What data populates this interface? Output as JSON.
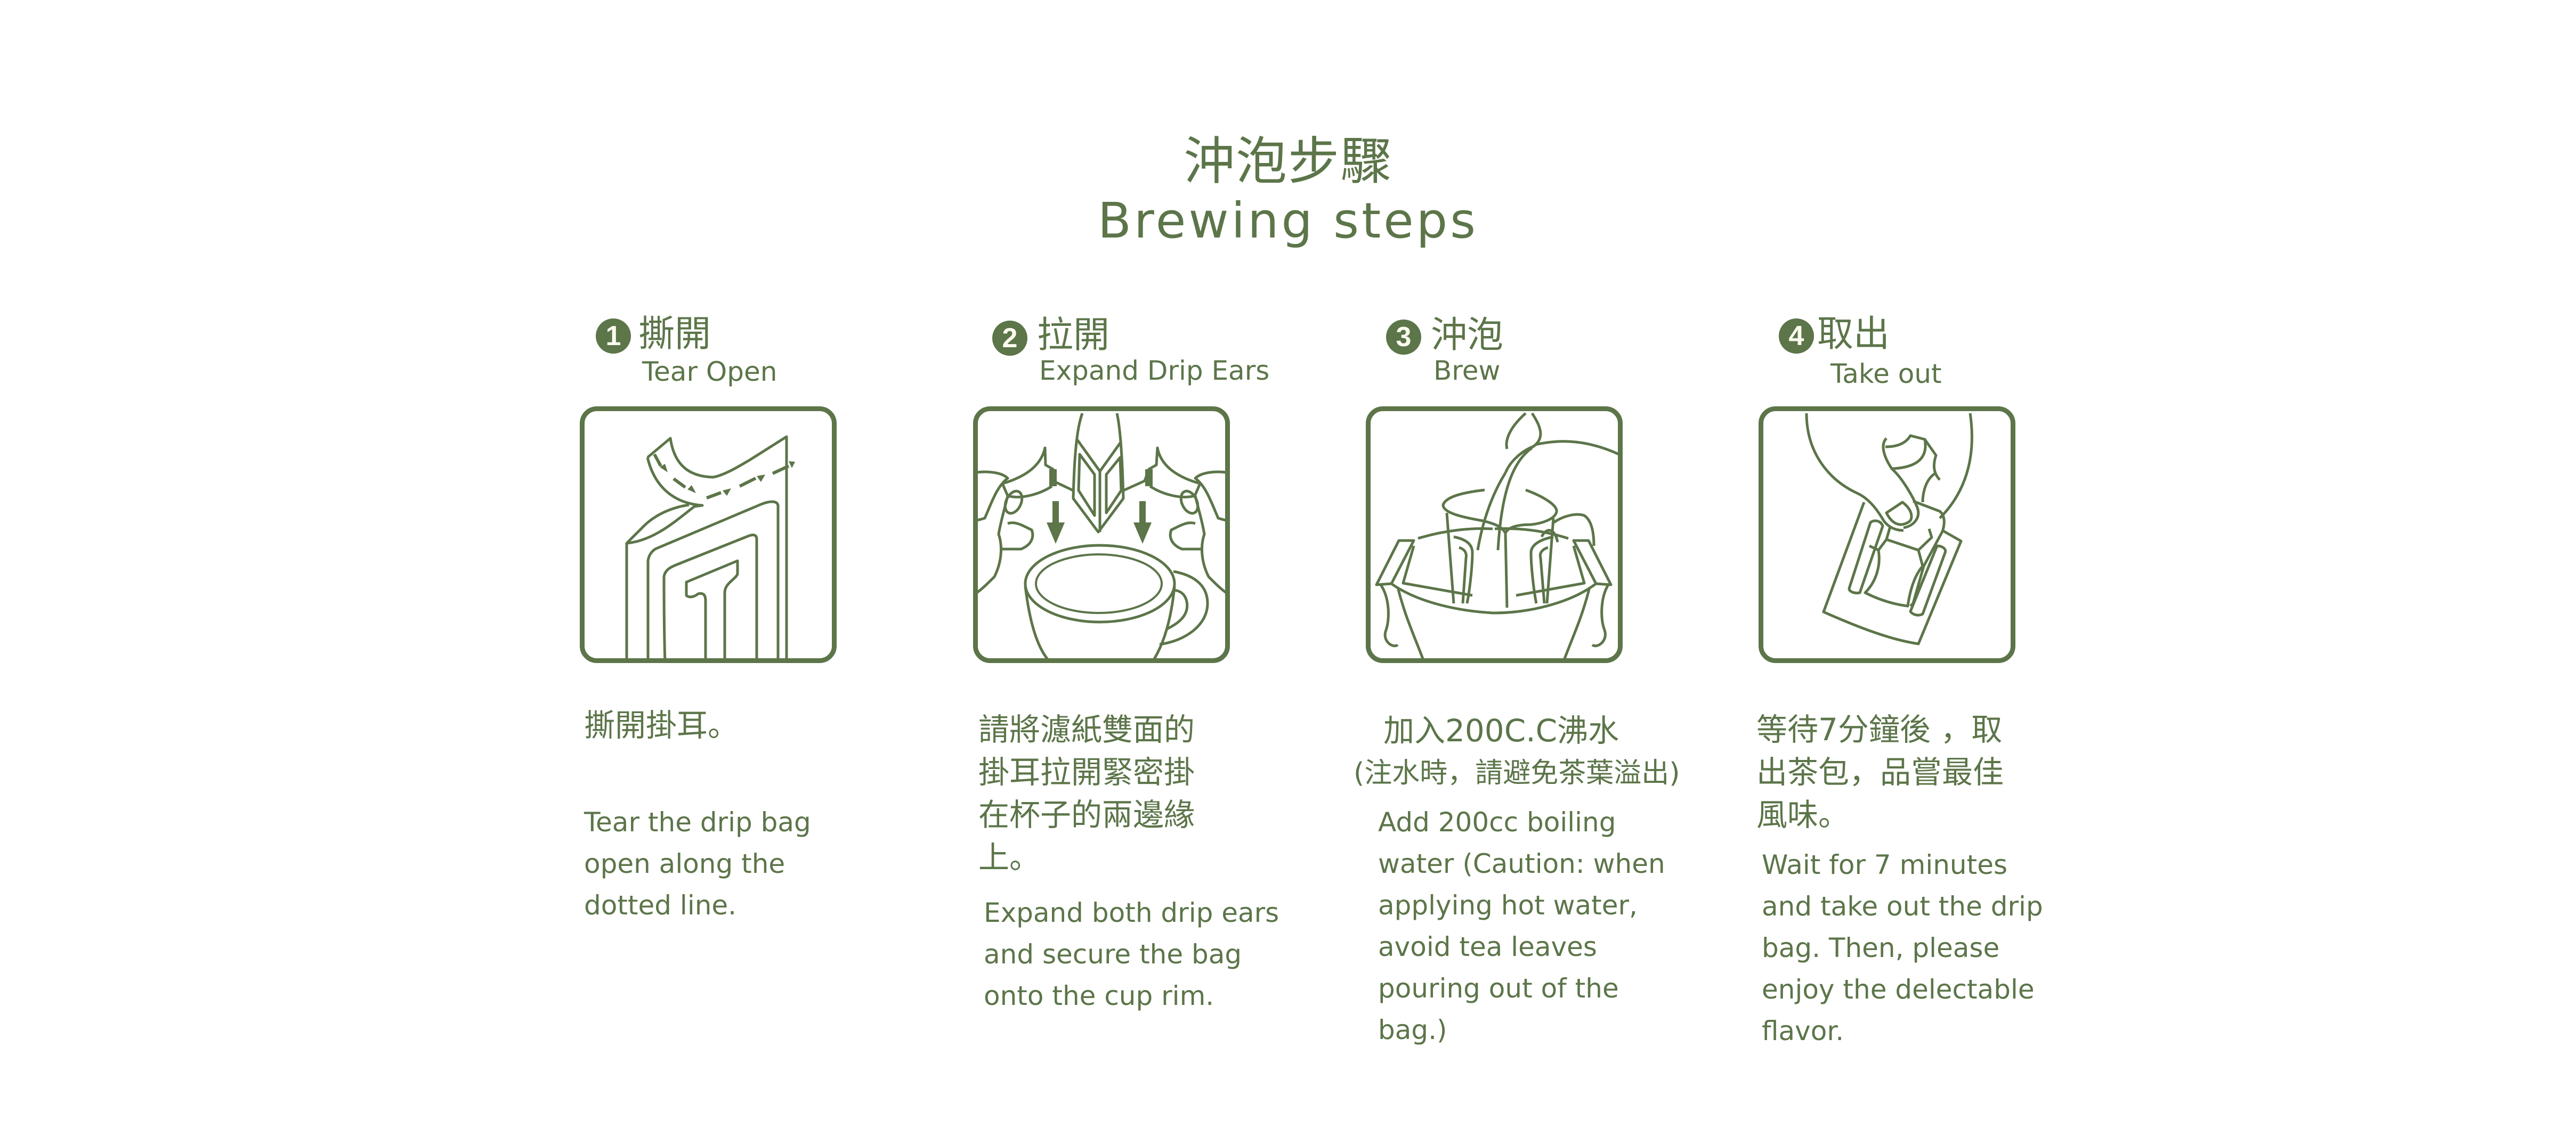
{
  "header": {
    "title_zh": "沖泡步驟",
    "title_en": "Brewing steps"
  },
  "colors": {
    "accent": "#5c7549",
    "badge_text": "#fbfbef",
    "background": "#ffffff"
  },
  "steps": [
    {
      "number": "1",
      "title_zh": "撕開",
      "title_en": "Tear Open",
      "icon": "tear-open-drip-bag-icon",
      "desc_zh": "撕開掛耳。",
      "desc_en": "Tear the drip bag\nopen along the\ndotted line."
    },
    {
      "number": "2",
      "title_zh": "拉開",
      "title_en": "Expand Drip Ears",
      "icon": "expand-drip-ears-icon",
      "desc_zh": "請將濾紙雙面的\n掛耳拉開緊密掛\n在杯子的兩邊緣\n上。",
      "desc_en": "Expand both drip ears\nand secure the bag\nonto the cup rim."
    },
    {
      "number": "3",
      "title_zh": "沖泡",
      "title_en": "Brew",
      "icon": "pour-water-brew-icon",
      "desc_zh": "加入200C.C沸水",
      "note_zh": "(注水時，請避免茶葉溢出)",
      "desc_en": "Add 200cc boiling\nwater (Caution: when\napplying hot water,\navoid tea leaves\npouring out of the\nbag.)"
    },
    {
      "number": "4",
      "title_zh": "取出",
      "title_en": "Take out",
      "icon": "take-out-drip-bag-icon",
      "desc_zh": "等待7分鐘後 ，取\n出茶包，品嘗最佳\n風味。",
      "desc_en": "Wait for 7 minutes\nand take out the drip\nbag. Then, please\nenjoy the delectable\nflavor."
    }
  ]
}
